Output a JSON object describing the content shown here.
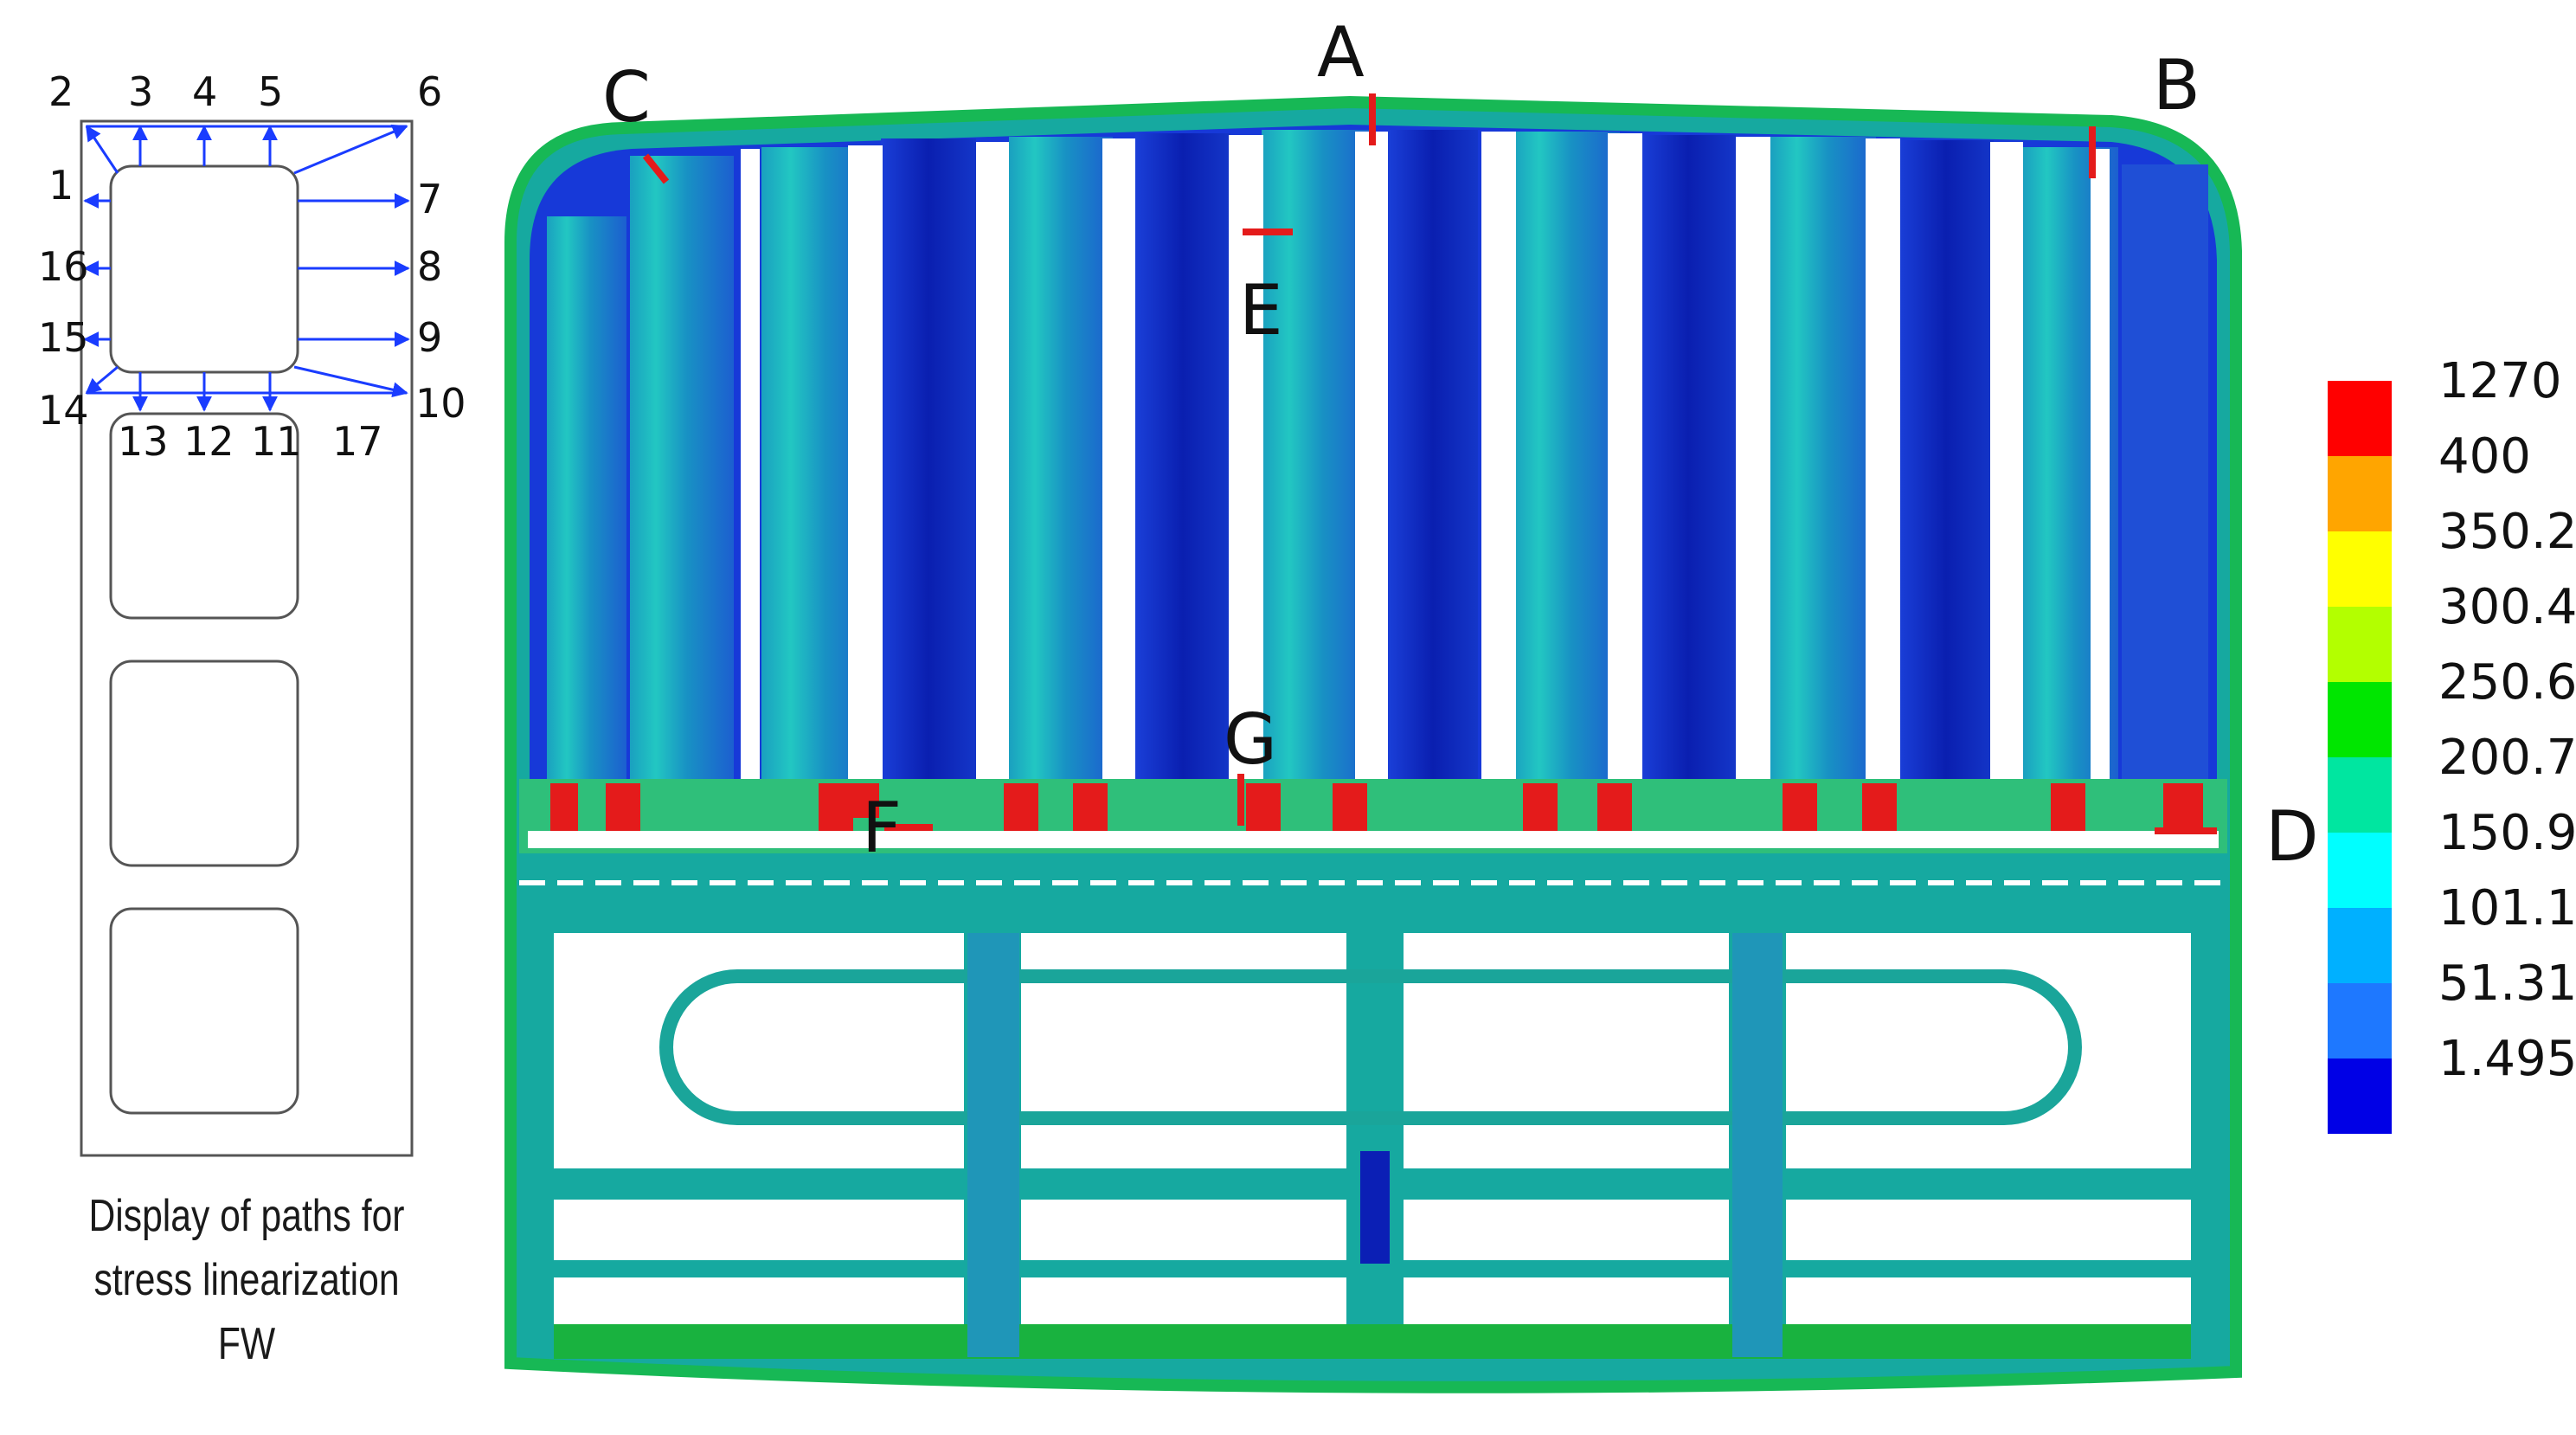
{
  "left_panel": {
    "path_labels": [
      "1",
      "2",
      "3",
      "4",
      "5",
      "6",
      "7",
      "8",
      "9",
      "10",
      "11",
      "12",
      "13",
      "14",
      "15",
      "16",
      "17"
    ],
    "caption_lines": [
      "Display of paths for",
      "stress linearization",
      "FW"
    ]
  },
  "main_view": {
    "section_markers": [
      "A",
      "B",
      "C",
      "D",
      "E",
      "F",
      "G"
    ]
  },
  "legend": {
    "values": [
      "1270",
      "400",
      "350.2",
      "300.4",
      "250.6",
      "200.7",
      "150.9",
      "101.1",
      "51.31",
      "1.495"
    ],
    "colors": [
      "#ff0000",
      "#ffa500",
      "#ffff00",
      "#b3ff00",
      "#00e600",
      "#00e6a0",
      "#00ffff",
      "#00b0ff",
      "#1e78ff",
      "#0000e6"
    ]
  }
}
